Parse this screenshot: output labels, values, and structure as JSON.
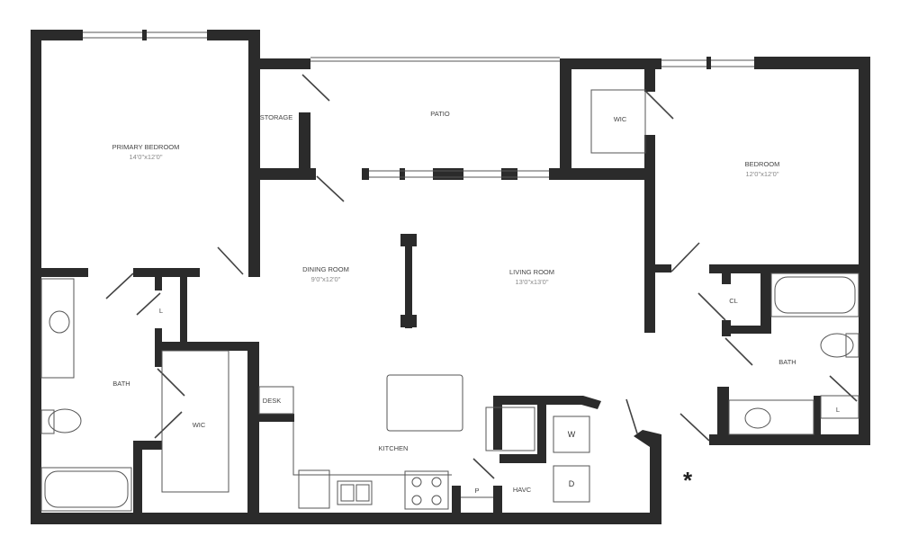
{
  "rooms": {
    "primary_bedroom": {
      "name": "PRIMARY BEDROOM",
      "size": "14'0\"x12'0\""
    },
    "storage": {
      "name": "STORAGE"
    },
    "patio": {
      "name": "PATIO"
    },
    "wic_right": {
      "name": "WIC"
    },
    "bedroom": {
      "name": "BEDROOM",
      "size": "12'0\"x12'0\""
    },
    "dining_room": {
      "name": "DINING ROOM",
      "size": "9'0\"x12'0\""
    },
    "living_room": {
      "name": "LIVING ROOM",
      "size": "13'0\"x13'0\""
    },
    "linen_left": {
      "name": "L"
    },
    "closet": {
      "name": "CL"
    },
    "bath_left": {
      "name": "BATH"
    },
    "bath_right": {
      "name": "BATH"
    },
    "linen_right": {
      "name": "L"
    },
    "wic_left": {
      "name": "WIC"
    },
    "desk": {
      "name": "DESK"
    },
    "kitchen": {
      "name": "KITCHEN"
    },
    "pantry": {
      "name": "P"
    },
    "havc": {
      "name": "HAVC"
    }
  },
  "appliances": {
    "washer": "W",
    "dryer": "D"
  },
  "marker": "*"
}
